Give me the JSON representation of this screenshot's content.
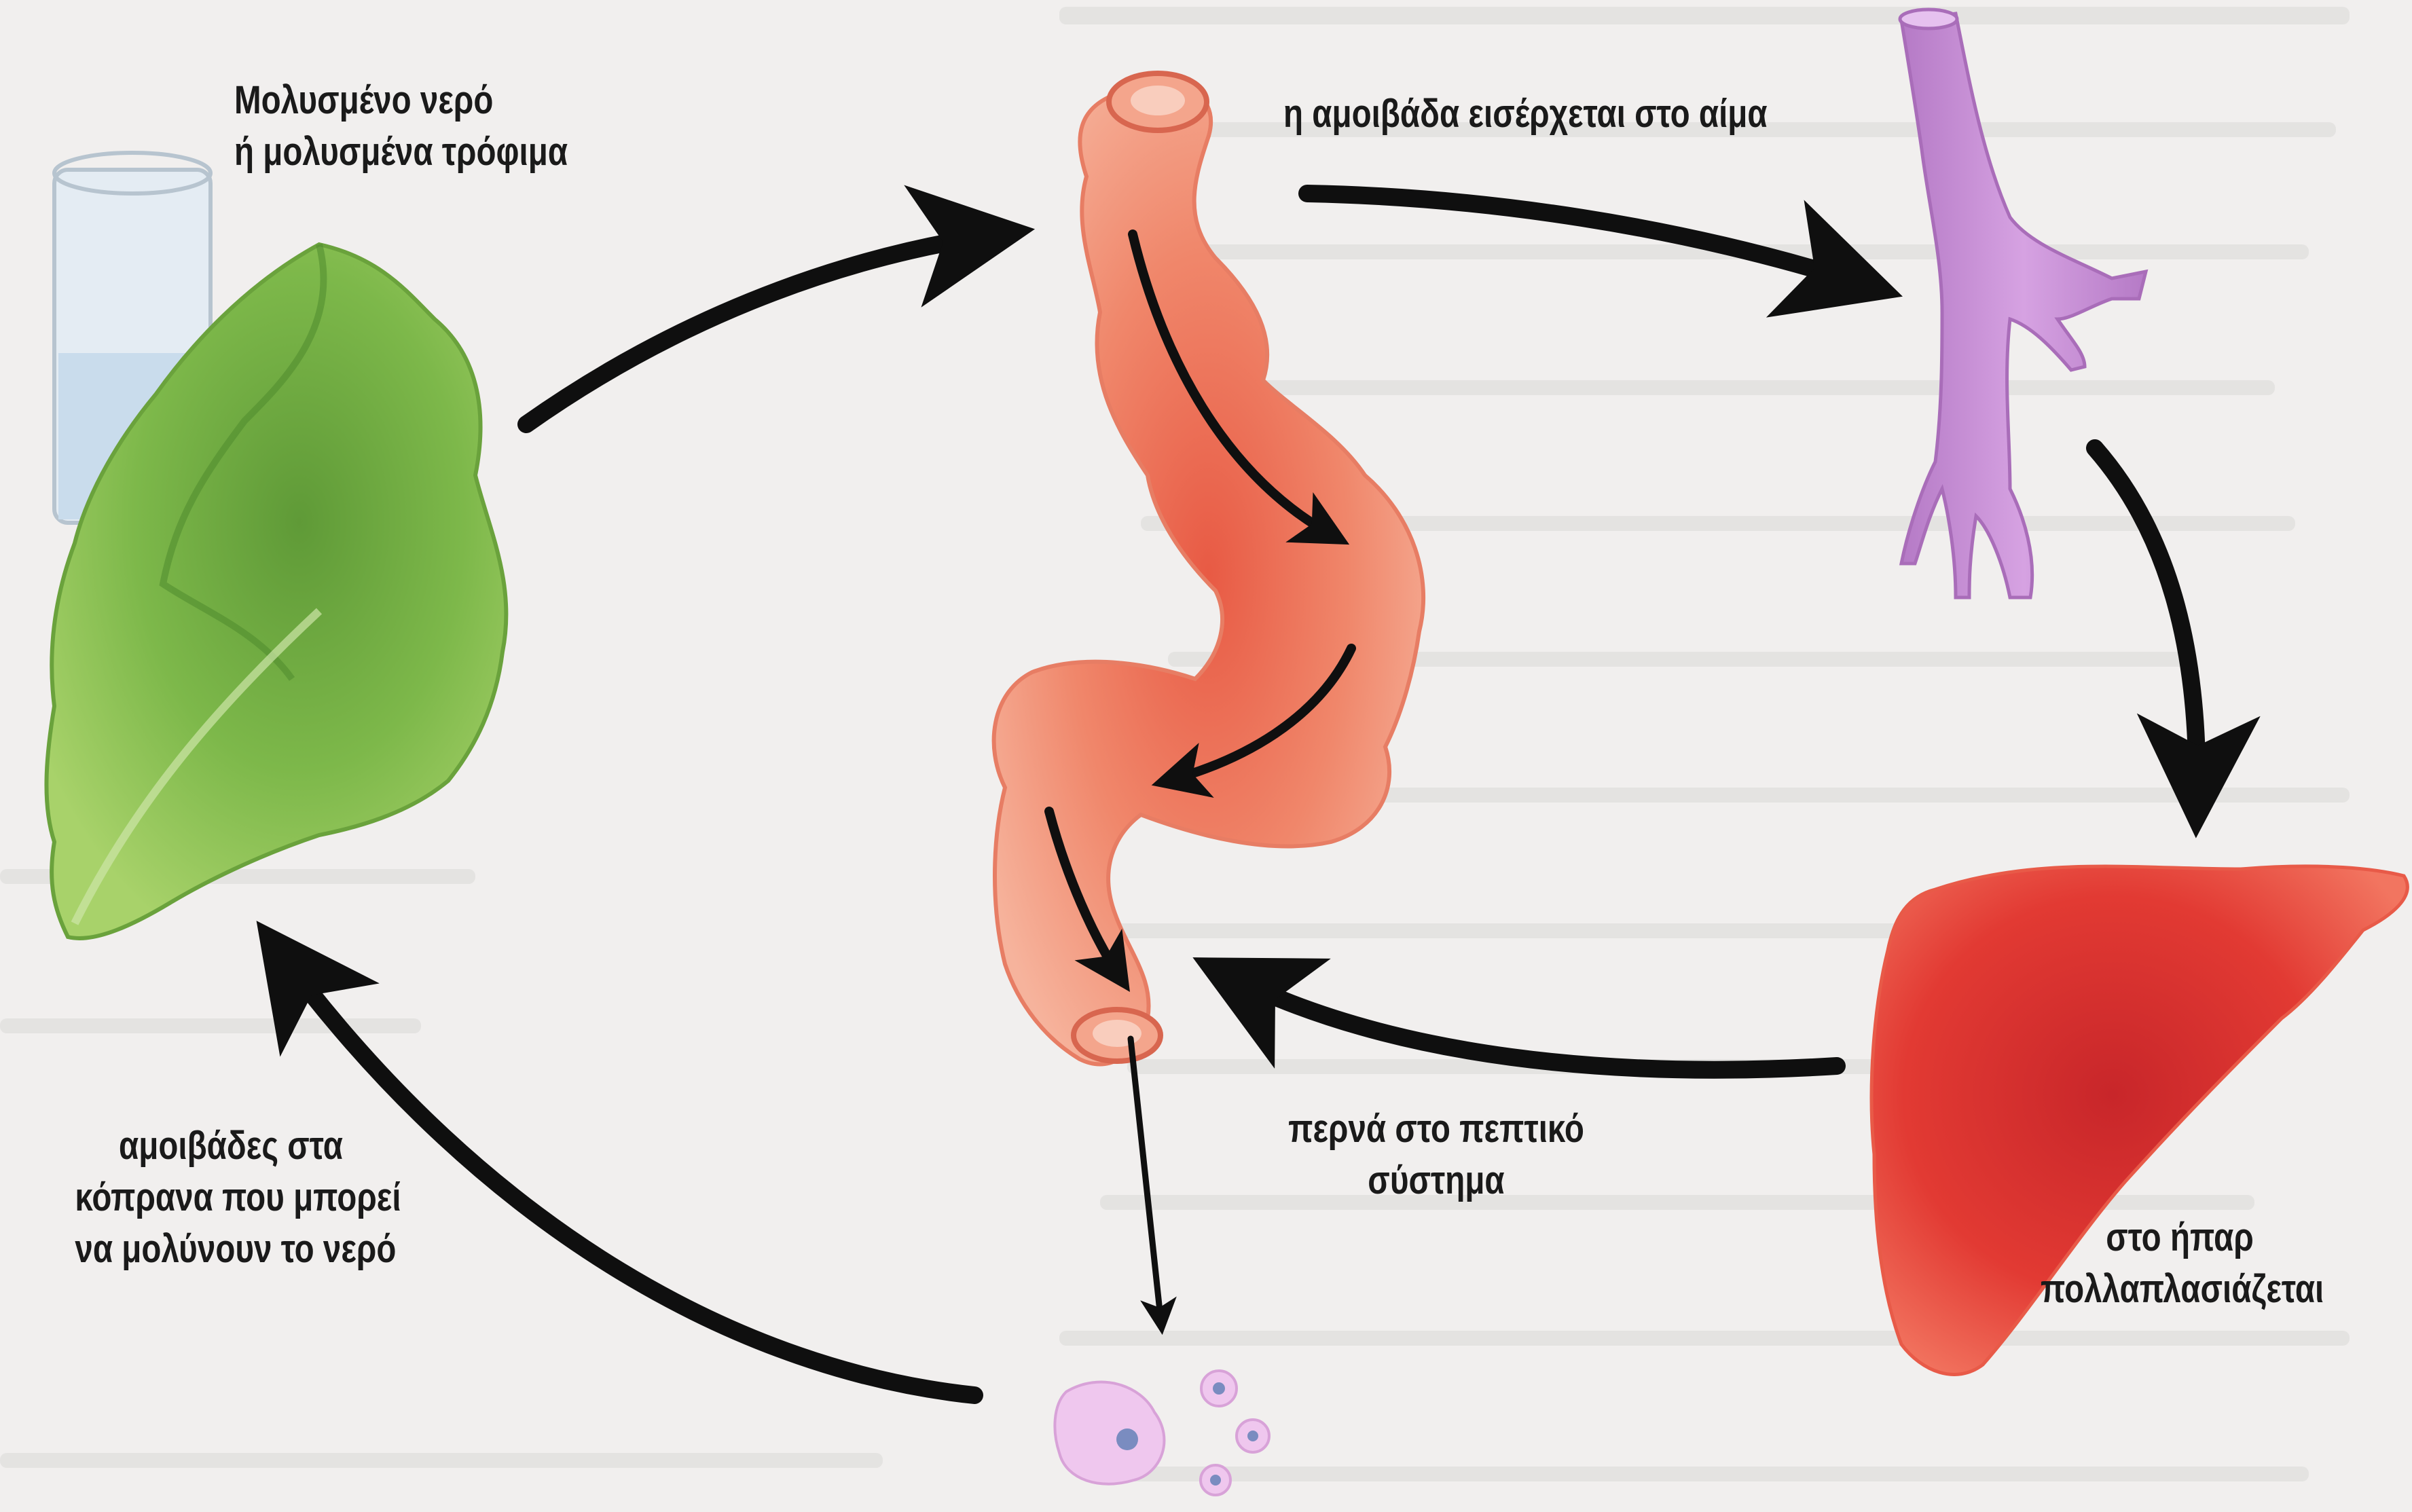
{
  "labels": {
    "contaminated_source_line1": "Μολυσμένο νερό",
    "contaminated_source_line2": "ή μολυσμένα τρόφιμα",
    "enters_blood": "η αμοιβάδα εισέρχεται στο αίμα",
    "digestive_line1": "περνά στο πεπτικό",
    "digestive_line2": "σύστημα",
    "liver_line1": "στο ήπαρ",
    "liver_line2": "πολλαπλασιάζεται",
    "feces_line1": "αμοιβάδες στα",
    "feces_line2": "κόπρανα που μπορεί",
    "feces_line3": "να μολύνουν το νερό"
  },
  "colors": {
    "arrow": "#0f0f0f",
    "intestine": "#f0987a",
    "intestine_dark": "#e5523e",
    "liver": "#e23a33",
    "vessel": "#c990d8",
    "lettuce": "#7db84a",
    "lettuce_dark": "#4f8a2e",
    "background": "#f1efee"
  },
  "icons": [
    "water-glass",
    "lettuce-leaf",
    "intestine",
    "blood-vessel",
    "liver",
    "amoeba-cyst"
  ]
}
